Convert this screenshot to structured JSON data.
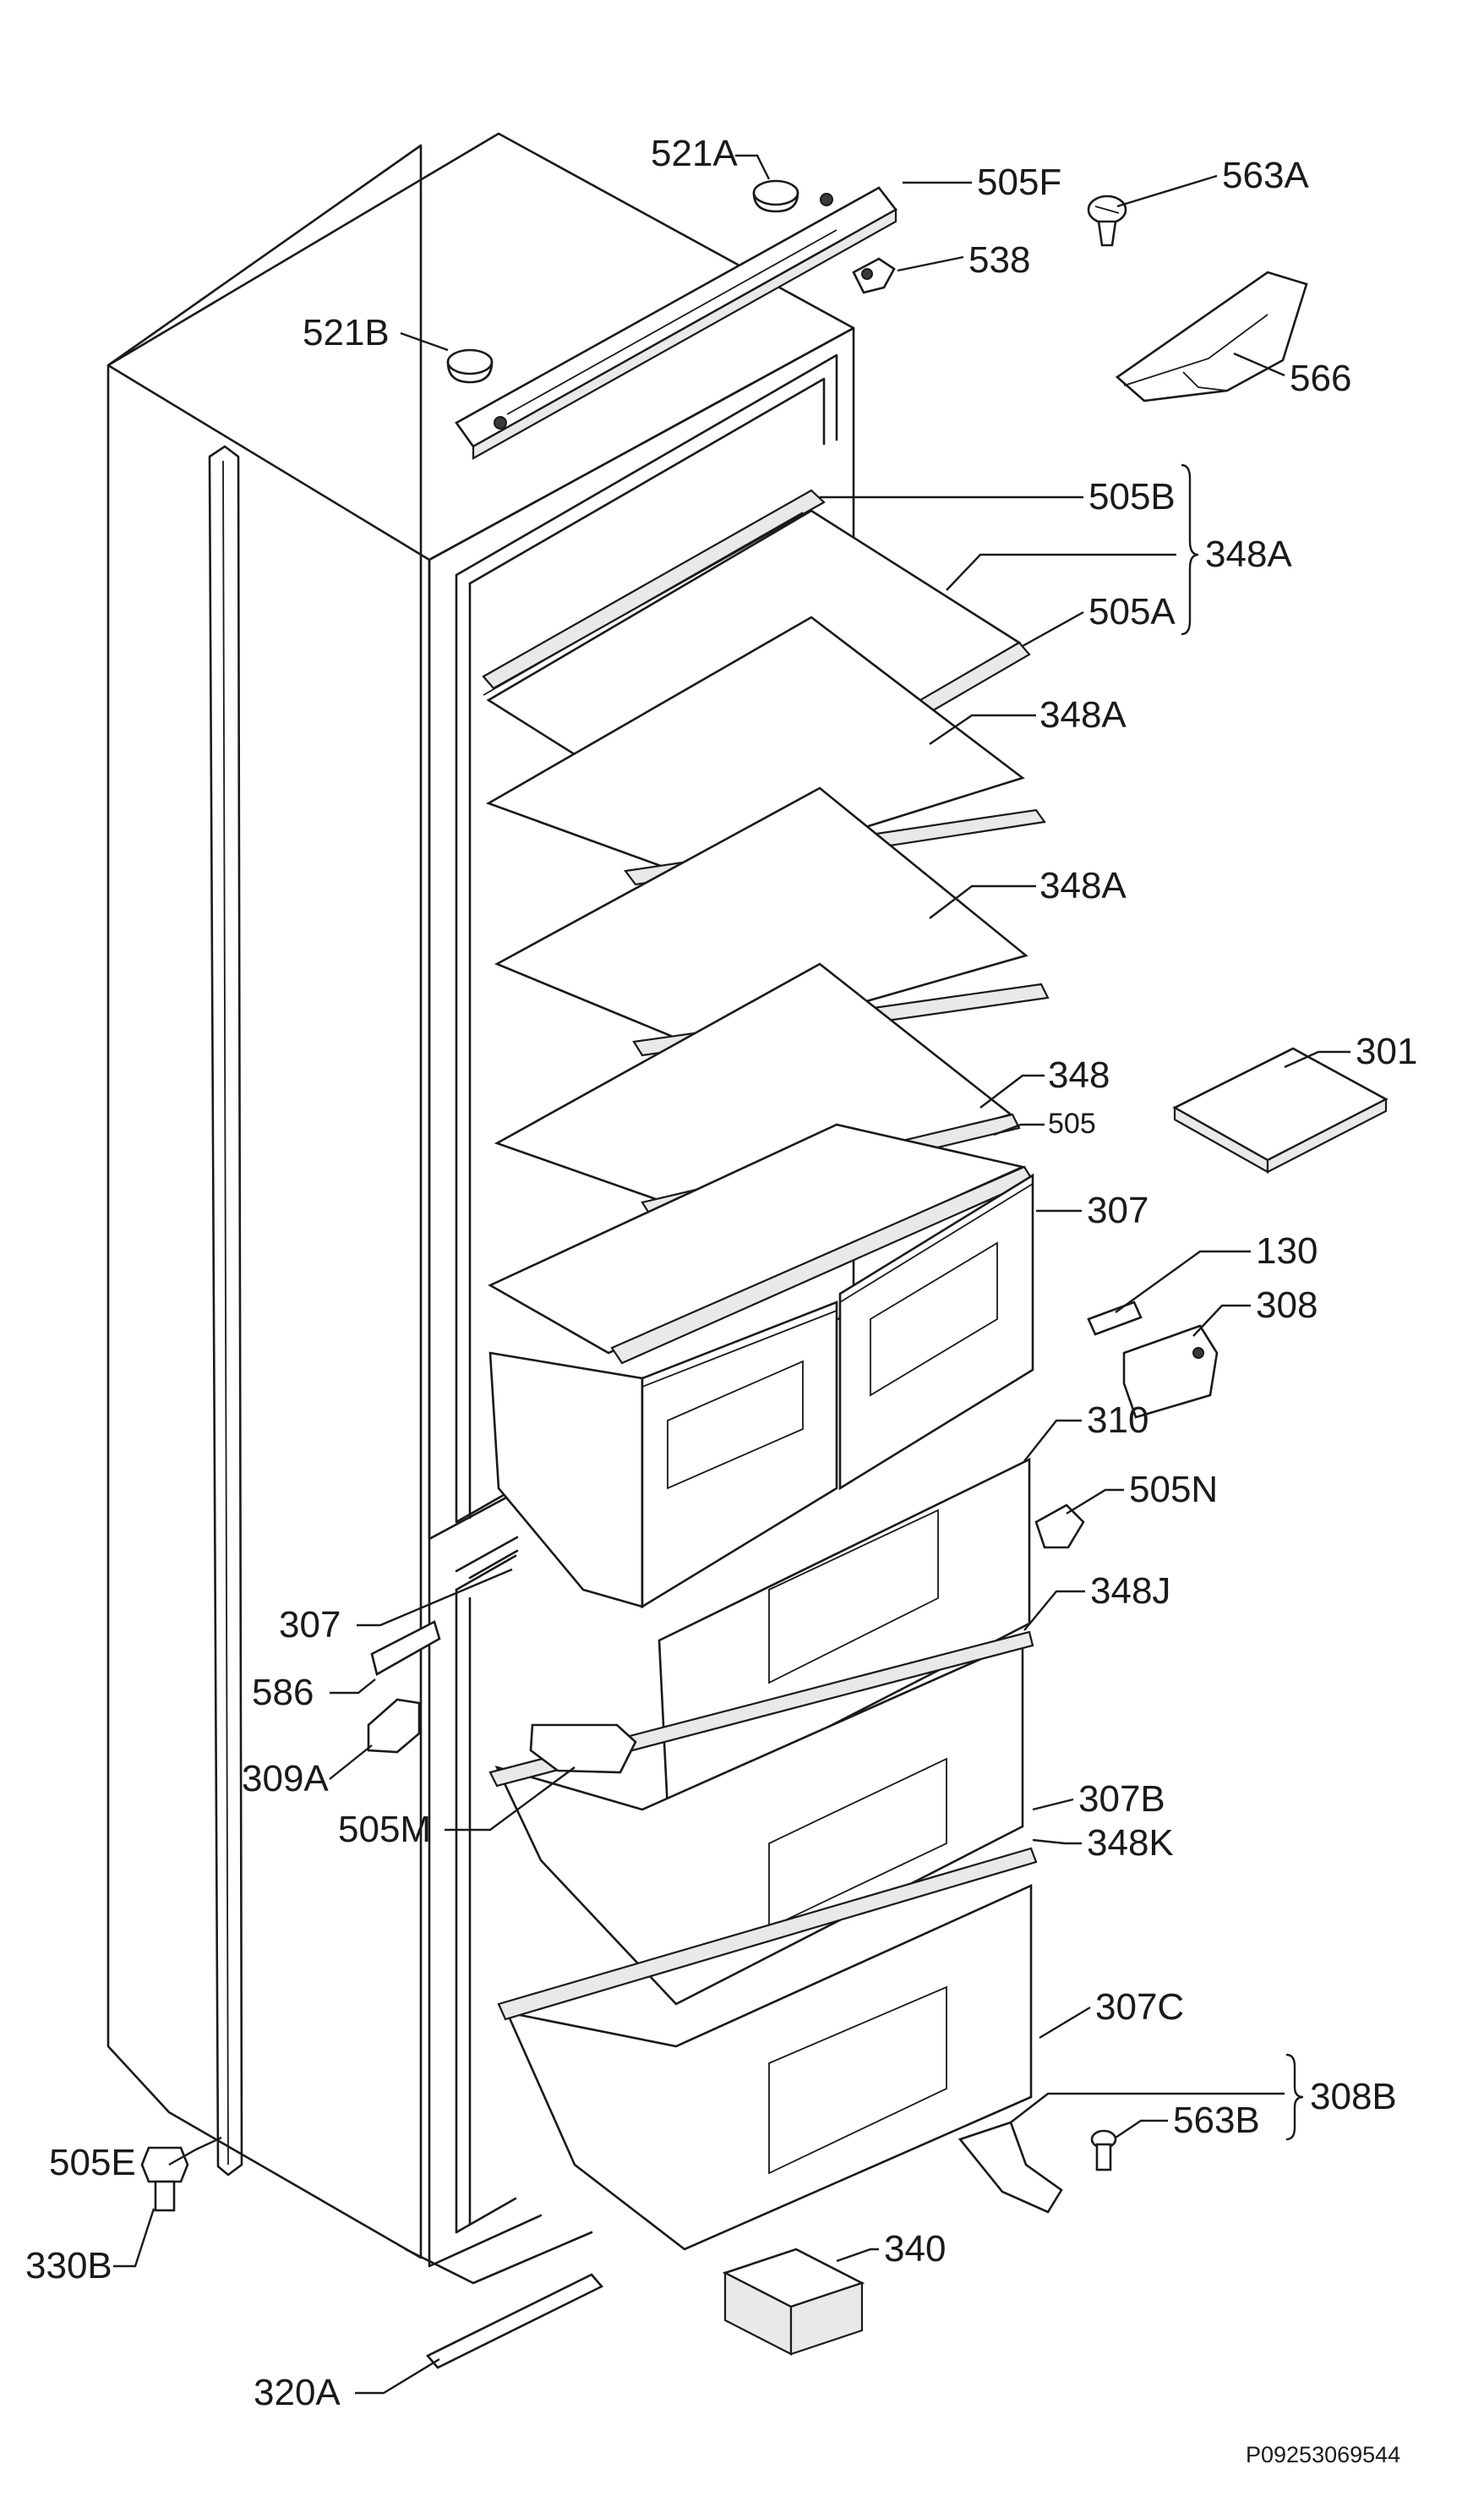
{
  "diagram": {
    "reference": "P09253069544",
    "labels": {
      "l521A": "521A",
      "l505F": "505F",
      "l563A": "563A",
      "l538": "538",
      "l521B": "521B",
      "l566": "566",
      "l505B": "505B",
      "l348A_group": "348A",
      "l505A": "505A",
      "l348A_1": "348A",
      "l348A_2": "348A",
      "l348": "348",
      "l301": "301",
      "l505": "505",
      "l307": "307",
      "l130": "130",
      "l308": "308",
      "l310": "310",
      "l505N": "505N",
      "l307_left": "307",
      "l348J": "348J",
      "l586": "586",
      "l309A": "309A",
      "l505M": "505M",
      "l307B": "307B",
      "l348K": "348K",
      "l307C": "307C",
      "l308B": "308B",
      "l563B": "563B",
      "l505E": "505E",
      "l330B": "330B",
      "l340": "340",
      "l320A": "320A"
    }
  }
}
